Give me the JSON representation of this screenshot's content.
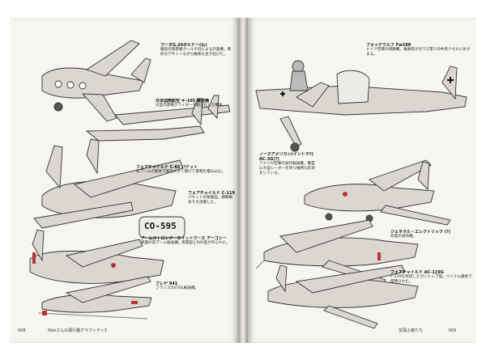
{
  "left_page": {
    "footer_number": "008",
    "footer_title": "Nobさんの飛行機グラフィティ3",
    "captions": [
      {
        "title": "ブーダG.24ボルドー(仏)",
        "body": "戦前の旅客機クールチ社による計画機。奇妙なデザインながら戦後も生き延びた。"
      },
      {
        "title": "日本国際航空 キ-105 輸送機",
        "body": "大型の貨物グライダーを動力化した機体。"
      },
      {
        "title": "フェアチャイルド C-82 パケット",
        "body": "双ブームの胴体下部を大きく開けて貨物を積み込む。"
      },
      {
        "title": "フェアチャイルド C-119",
        "body": "パケットの発展型。朝鮮戦争で大活躍した。"
      },
      {
        "title": "アームストロング・ホイットワース アーゴシー",
        "body": "英国の双ブーム輸送機。民間型とRAF型が作られた。"
      },
      {
        "title": "ブレゲ 941",
        "body": "フランスのSTOL輸送機。"
      }
    ],
    "aircraft_marking": "CO-595"
  },
  "right_page": {
    "footer_number": "009",
    "footer_title": "空飛ぶ者たち",
    "captions": [
      {
        "title": "フォッケウルフ Fw189",
        "body": "ドイツ空軍の偵察機。乗員席がガラス張りの中央ナセルにおさまる。"
      },
      {
        "title": "ノースアメリカン(イントラ?) AC-3G(?)",
        "body": "アメリカ空軍の試作輸送機。機首に大型レーダーを持つ独特な形状をしている。"
      },
      {
        "title": "ジェネラル・エレクトリック (?)",
        "body": "双発の試作機。"
      },
      {
        "title": "フェアチャイルド AC-119G",
        "body": "C-119を改造したガンシップ型。ベトナム戦争で使用された。"
      }
    ]
  }
}
